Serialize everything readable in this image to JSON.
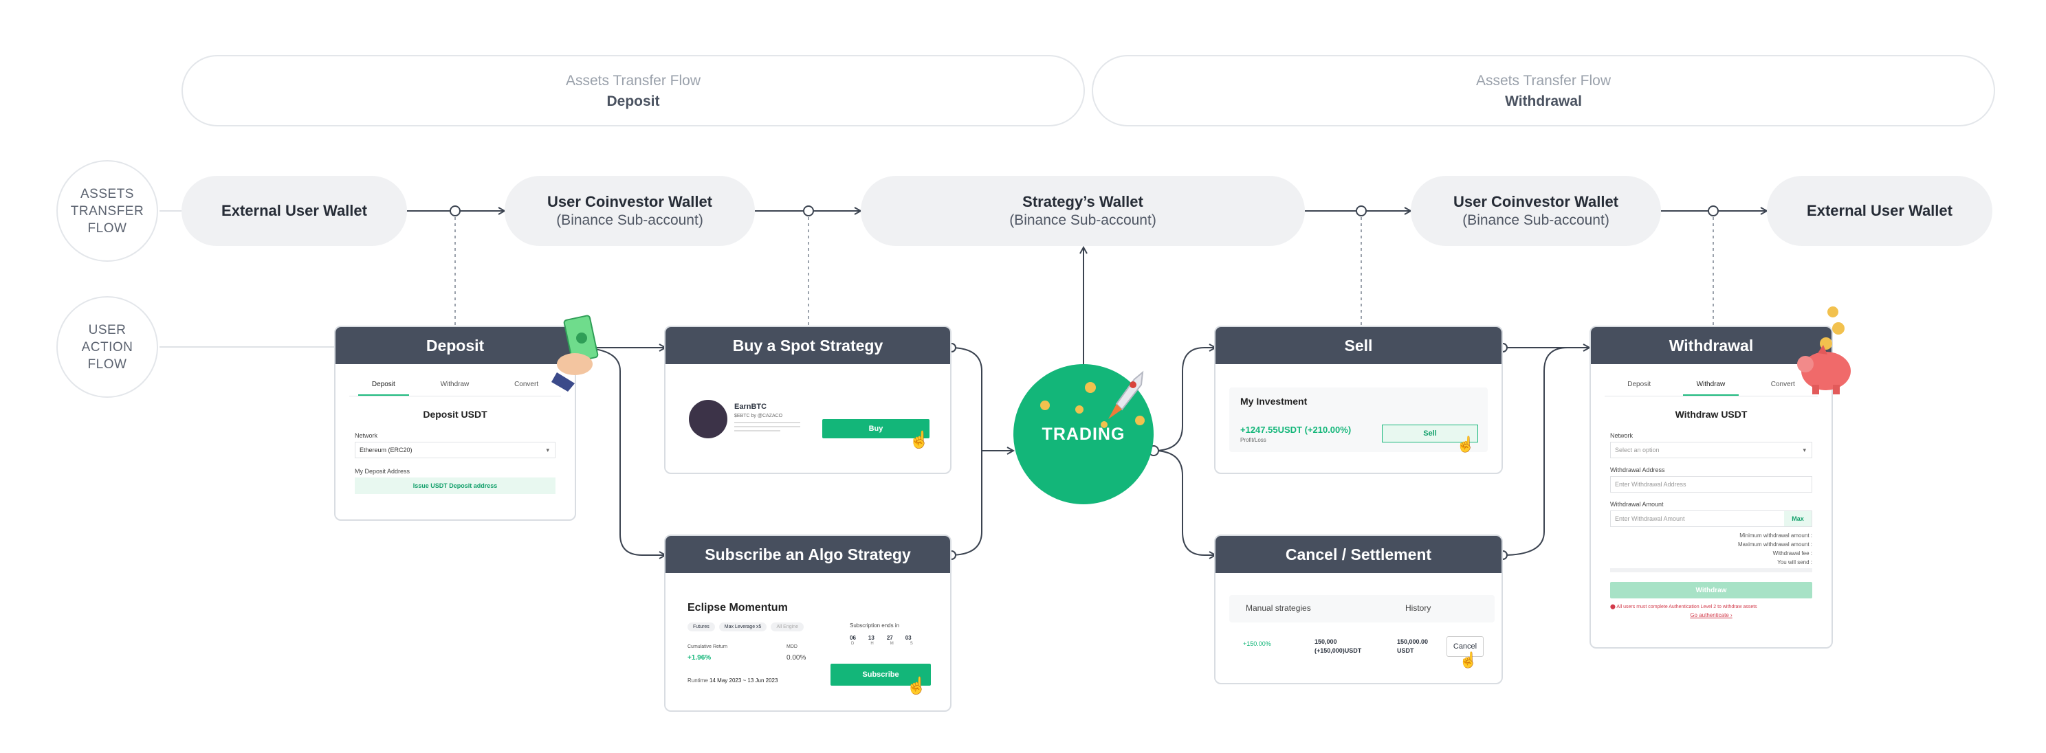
{
  "flows": {
    "deposit_title": "Assets Transfer Flow",
    "deposit_sub": "Deposit",
    "withdrawal_title": "Assets Transfer Flow",
    "withdrawal_sub": "Withdrawal"
  },
  "row_labels": {
    "assets": "ASSETS\nTRANSFER\nFLOW",
    "user": "USER\nACTION\nFLOW"
  },
  "wallets": {
    "external_left": "External User Wallet",
    "coinvestor_left_name": "User Coinvestor Wallet",
    "coinvestor_left_sub": "(Binance Sub-account)",
    "strategy_name": "Strategy’s Wallet",
    "strategy_sub": "(Binance Sub-account)",
    "coinvestor_right_name": "User Coinvestor Wallet",
    "coinvestor_right_sub": "(Binance Sub-account)",
    "external_right": "External User Wallet"
  },
  "deposit_card": {
    "header": "Deposit",
    "tabs": [
      "Deposit",
      "Withdraw",
      "Convert"
    ],
    "title": "Deposit USDT",
    "network_label": "Network",
    "network_value": "Ethereum (ERC20)",
    "address_label": "My Deposit Address",
    "issue_button": "Issue USDT Deposit address"
  },
  "spot_card": {
    "header": "Buy a Spot Strategy",
    "name": "EarnBTC",
    "by": "$EBTC by @CAZACO",
    "buy_button": "Buy"
  },
  "algo_card": {
    "header": "Subscribe an Algo Strategy",
    "name": "Eclipse Momentum",
    "tags": [
      "Futures",
      "Max Leverage x5",
      "All Engine"
    ],
    "subscription_label": "Subscription ends in",
    "countdown": [
      "06",
      "13",
      "27",
      "03"
    ],
    "countdown_units": [
      "D",
      "H",
      "M",
      "S"
    ],
    "cum_return_label": "Cumulative Return",
    "cum_return_value": "+1.96%",
    "mdd_label": "MDD",
    "mdd_value": "0.00%",
    "runtime_label": "Runtime",
    "runtime_value": "14 May 2023 ~ 13 Jun 2023",
    "subscribe_button": "Subscribe"
  },
  "trading": {
    "label": "TRADING"
  },
  "sell_card": {
    "header": "Sell",
    "section": "My Investment",
    "value": "+1247.55USDT (+210.00%)",
    "value_label": "Profit/Loss",
    "sell_button": "Sell"
  },
  "cancel_card": {
    "header": "Cancel / Settlement",
    "tab_left": "Manual strategies",
    "tab_right": "History",
    "pct": "+150.00%",
    "amount_a": "150,000",
    "amount_a_sub": "(+150,000)USDT",
    "amount_b": "150,000.00",
    "amount_b_sub": "USDT",
    "cancel_button": "Cancel"
  },
  "withdraw_card": {
    "header": "Withdrawal",
    "tabs": [
      "Deposit",
      "Withdraw",
      "Convert"
    ],
    "title": "Withdraw USDT",
    "network_label": "Network",
    "network_placeholder": "Select an option",
    "address_label": "Withdrawal Address",
    "address_placeholder": "Enter Withdrawal Address",
    "amount_label": "Withdrawal Amount",
    "amount_placeholder": "Enter Withdrawal Amount",
    "max_label": "Max",
    "min_line": "Minimum withdrawal amount :",
    "max_line": "Maximum withdrawal amount :",
    "fee_line": "Withdrawal fee :",
    "send_line": "You will send :",
    "withdraw_button": "Withdraw",
    "warning": "All users must complete Authentication Level 2 to withdraw assets",
    "auth_link": "Go authenticate  ›"
  },
  "colors": {
    "accent": "#13b679",
    "header": "#474f5e",
    "pill": "#f0f1f3"
  }
}
